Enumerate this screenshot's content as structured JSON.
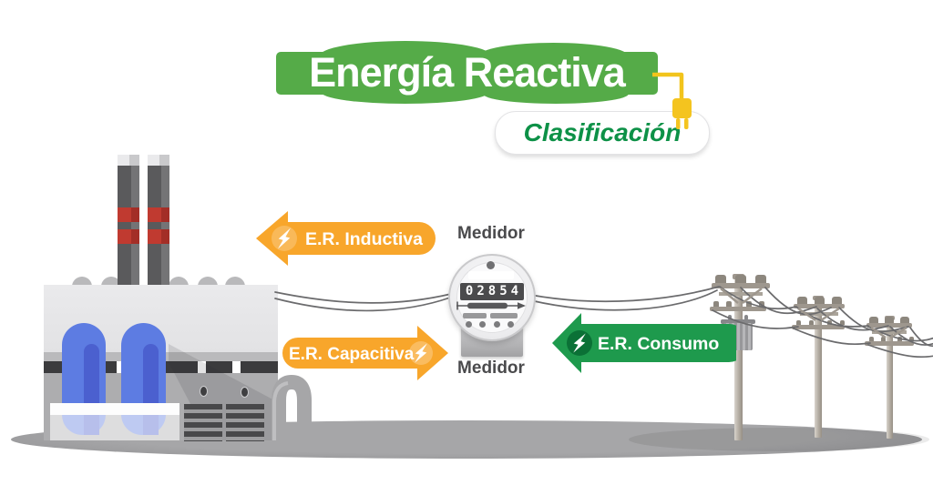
{
  "header": {
    "title": "Energía Reactiva",
    "subtitle": "Clasificación"
  },
  "meter": {
    "label_top": "Medidor",
    "label_bottom": "Medidor",
    "reading": "02854"
  },
  "arrows": [
    {
      "label": "E.R. Inductiva",
      "direction": "left",
      "color": "#F8A62B"
    },
    {
      "label": "E.R. Capacitiva",
      "direction": "right",
      "color": "#F8A62B"
    },
    {
      "label": "E.R. Consumo",
      "direction": "left",
      "color": "#1E9A4D"
    }
  ],
  "icons": {
    "plug": "plug-icon",
    "lightning": "lightning-icon"
  },
  "colors": {
    "title_green": "#55AB48",
    "subtitle_green": "#0D9147",
    "arrow_yellow": "#F8A62B",
    "arrow_green": "#1E9A4D",
    "label_gray": "#4A4A4C",
    "plug_yellow": "#F4C41F"
  }
}
